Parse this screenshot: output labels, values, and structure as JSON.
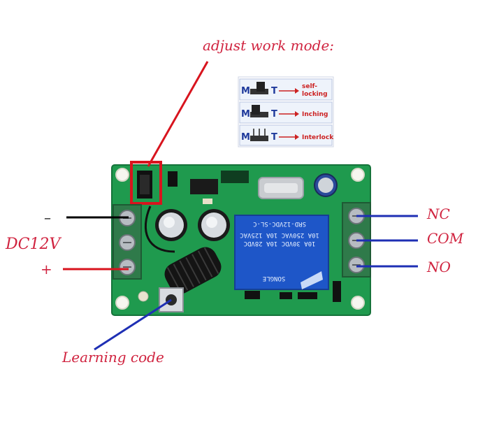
{
  "labels": {
    "adjust_work_mode": "adjust work mode:",
    "dc_voltage": "DC12V",
    "minus": "–",
    "plus": "+",
    "nc": "NC",
    "com": "COM",
    "no": "NO",
    "learning_code": "Learning code"
  },
  "modes": [
    {
      "left": "M",
      "right": "T",
      "text_lines": [
        "self-",
        "locking"
      ]
    },
    {
      "left": "M",
      "right": "T",
      "text_lines": [
        "Inching"
      ]
    },
    {
      "left": "M",
      "right": "T",
      "text_lines": [
        "Interlock"
      ]
    }
  ],
  "relay": {
    "lines": [
      "SRD-12VDC-SL-C",
      "10A 250VAC  10A 125VAC",
      "10A 30VDC   10A 28VDC"
    ],
    "brand": "SONGLE"
  },
  "colors": {
    "pcb_green": "#1f9a4e",
    "terminal_green": "#2f7a4a",
    "relay_blue": "#1e56c8",
    "red_line": "#d8141e",
    "blue_line": "#1e2fb4",
    "black_line": "#000000"
  }
}
